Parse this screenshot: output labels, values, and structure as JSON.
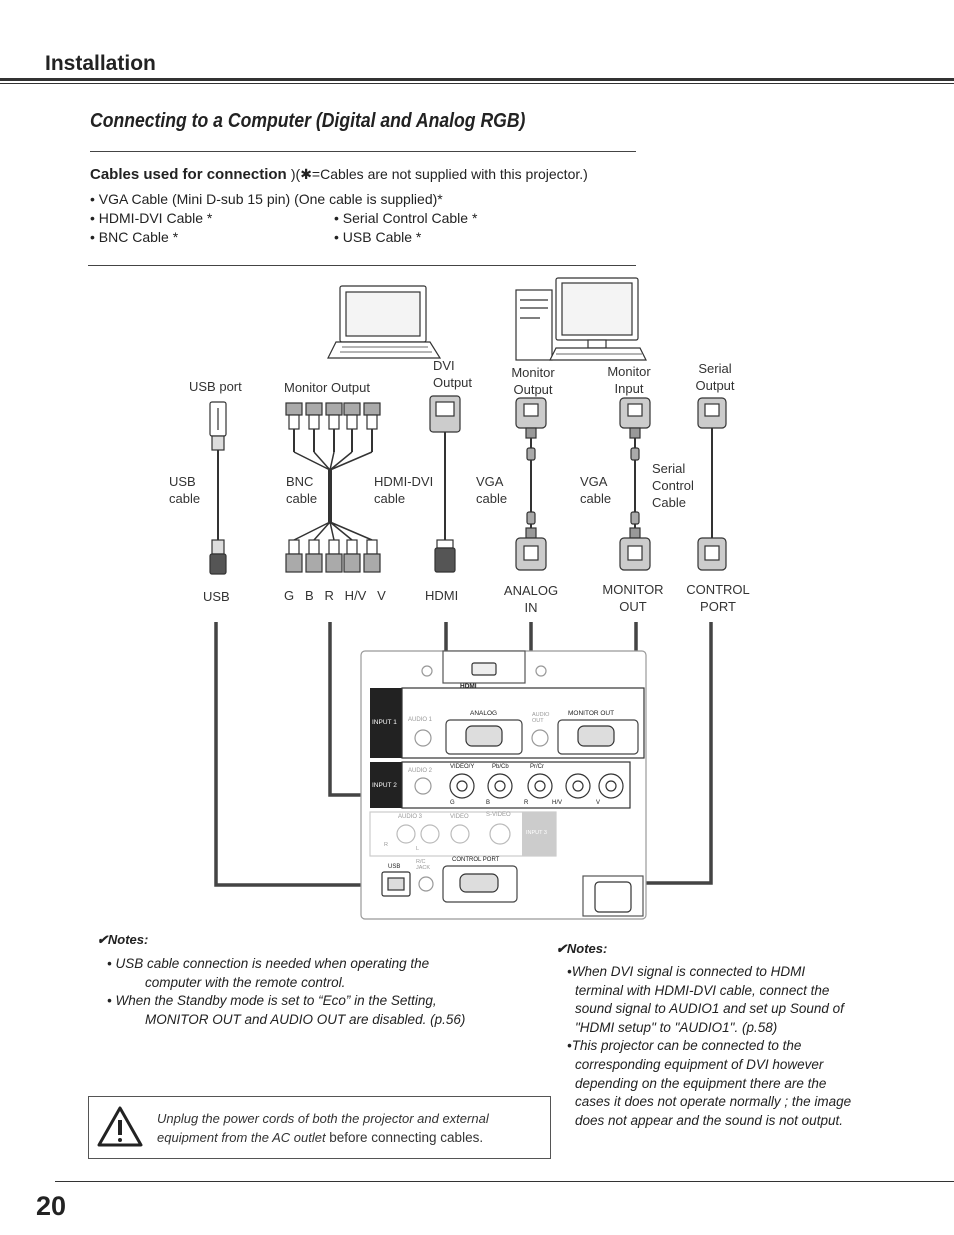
{
  "header": {
    "section": "Installation",
    "subtitle": "Connecting to a Computer (Digital and Analog RGB)"
  },
  "cables": {
    "title": "Cables used for connection",
    "note": ")(✱=Cables are not supplied with this projector.)",
    "items": [
      "• VGA Cable (Mini D-sub 15 pin) (One cable is supplied)*",
      "• HDMI-DVI Cable *",
      "• Serial Control Cable *",
      "• BNC Cable *",
      "• USB Cable *"
    ]
  },
  "diagram": {
    "top_labels": [
      "USB port",
      "Monitor Output",
      "DVI",
      "Output",
      "Monitor",
      "Output",
      "Monitor",
      "Input",
      "Serial",
      "Output"
    ],
    "cable_labels": [
      "USB",
      "cable",
      "BNC",
      "cable",
      "HDMI-DVI",
      "cable",
      "VGA",
      "cable",
      "VGA",
      "cable",
      "Serial",
      "Control",
      "Cable"
    ],
    "bottom_labels": [
      "USB",
      "G   B   R   H/V   V",
      "HDMI",
      "ANALOG",
      "IN",
      "MONITOR",
      "OUT",
      "CONTROL",
      "PORT"
    ],
    "panel": {
      "hdmi": "HDMI",
      "input1": "INPUT 1",
      "audio1": "AUDIO 1",
      "analog": "ANALOG",
      "audio_out": "AUDIO OUT",
      "monitor_out": "MONITOR OUT",
      "input2": "INPUT 2",
      "audio2": "AUDIO 2",
      "video_y": "VIDEO/Y",
      "pb_cb": "Pb/Cb",
      "pr_cr": "Pr/Cr",
      "g": "G",
      "b": "B",
      "r": "R",
      "hv": "H/V",
      "v": "V",
      "audio3": "AUDIO 3",
      "video": "VIDEO",
      "svideo": "S-VIDEO",
      "input3": "INPUT 3",
      "r3": "R",
      "l3": "L",
      "usb": "USB",
      "rc_jack": "R/C JACK",
      "control_port": "CONTROL PORT"
    }
  },
  "notes_left": {
    "heading": "✔Notes:",
    "lines": [
      "• USB cable connection is needed when operating the",
      "computer with the remote control.",
      "• When the Standby mode is set to “Eco” in the Setting,",
      "MONITOR OUT and AUDIO OUT are disabled. (p.56)"
    ]
  },
  "notes_right": {
    "heading": "✔Notes:",
    "lines": [
      "•When DVI signal is connected to HDMI",
      "terminal with HDMI-DVI cable, connect the",
      "sound signal to AUDIO1 and set up Sound of",
      "\"HDMI setup\" to \"AUDIO1\". (p.58)",
      "•This projector can be connected to the",
      "corresponding equipment of DVI however",
      "depending on the equipment there are the",
      "cases it does not operate normally ; the image",
      "does not appear and the sound is not output."
    ]
  },
  "warning": {
    "line1": "Unplug the power cords of both the projector and external",
    "line2a": "equipment from the AC outlet ",
    "line2b": "before connecting cables."
  },
  "page_number": "20"
}
